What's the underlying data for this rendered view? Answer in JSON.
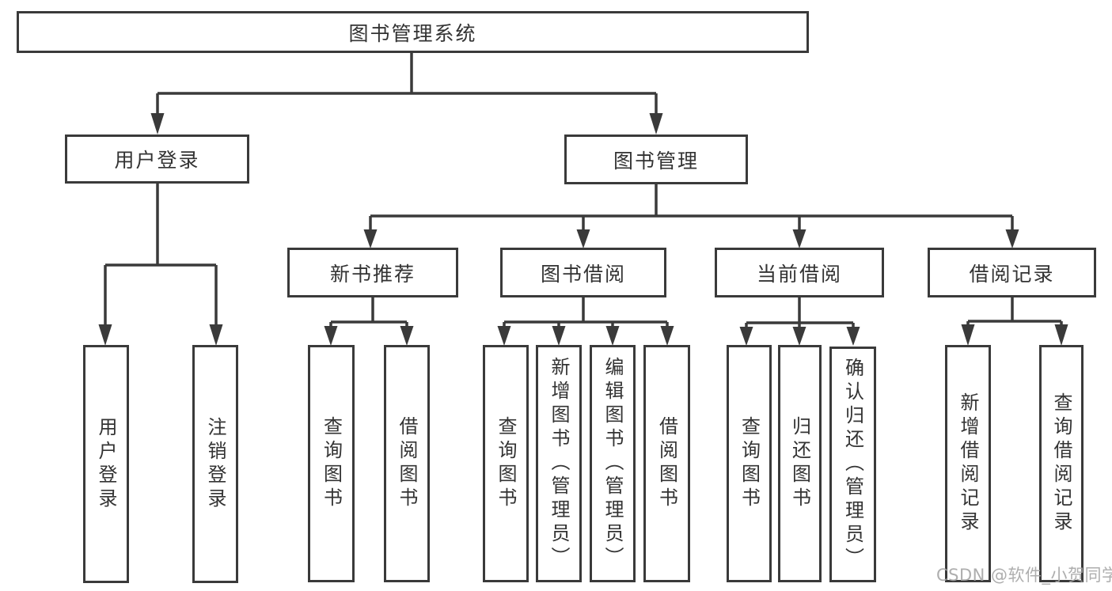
{
  "diagram_title": "图书管理系统",
  "watermark": "CSDN @软件_小贺同学",
  "colors": {
    "line": "#3a3a3a",
    "text": "#333333",
    "background": "#ffffff",
    "watermark": "#a6a6a6"
  },
  "tree": {
    "label": "图书管理系统",
    "children": [
      {
        "label": "用户登录",
        "children": [
          {
            "label": "用户登录"
          },
          {
            "label": "注销登录"
          }
        ]
      },
      {
        "label": "图书管理",
        "children": [
          {
            "label": "新书推荐",
            "children": [
              {
                "label": "查询图书"
              },
              {
                "label": "借阅图书"
              }
            ]
          },
          {
            "label": "图书借阅",
            "children": [
              {
                "label": "查询图书"
              },
              {
                "label": "新增图书（管理员）"
              },
              {
                "label": "编辑图书（管理员）"
              },
              {
                "label": "借阅图书"
              }
            ]
          },
          {
            "label": "当前借阅",
            "children": [
              {
                "label": "查询图书"
              },
              {
                "label": "归还图书"
              },
              {
                "label": "确认归还（管理员）"
              }
            ]
          },
          {
            "label": "借阅记录",
            "children": [
              {
                "label": "新增借阅记录"
              },
              {
                "label": "查询借阅记录"
              }
            ]
          }
        ]
      }
    ]
  }
}
